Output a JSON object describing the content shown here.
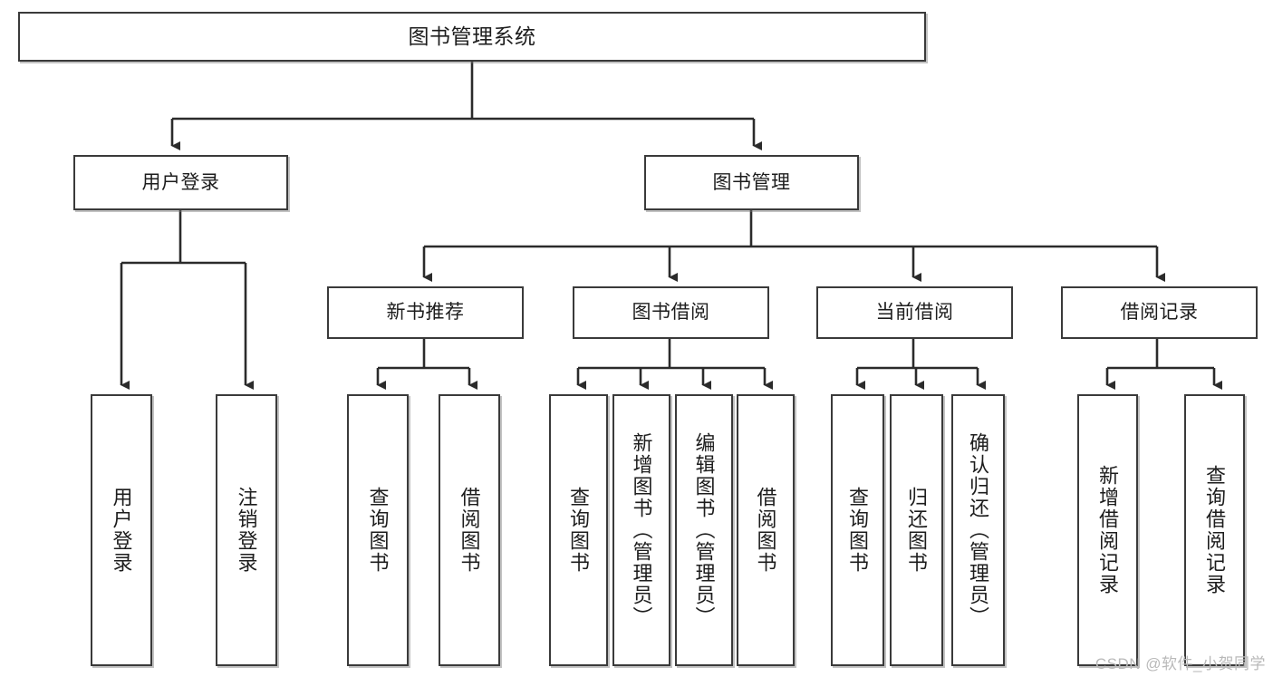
{
  "diagram": {
    "title": "图书管理系统",
    "type": "tree",
    "watermark": "CSDN @软件_小贺同学",
    "colors": {
      "box_border": "#3a3a3a",
      "box_fill": "#ffffff",
      "connector": "#2b2b2b",
      "text": "#1d1d1d",
      "watermark": "#b9b9b9"
    },
    "root": {
      "label": "图书管理系统",
      "level": 1
    },
    "level2": [
      {
        "label": "用户登录"
      },
      {
        "label": "图书管理"
      }
    ],
    "level3": [
      {
        "label": "新书推荐"
      },
      {
        "label": "图书借阅"
      },
      {
        "label": "当前借阅"
      },
      {
        "label": "借阅记录"
      }
    ],
    "leaves": {
      "user_login": [
        {
          "label": "用户登录"
        },
        {
          "label": "注销登录"
        }
      ],
      "new_book_recommend": [
        {
          "label": "查询图书"
        },
        {
          "label": "借阅图书"
        }
      ],
      "book_borrow": [
        {
          "label": "查询图书"
        },
        {
          "label": "新增图书（管理员）"
        },
        {
          "label": "编辑图书（管理员）"
        },
        {
          "label": "借阅图书"
        }
      ],
      "current_borrow": [
        {
          "label": "查询图书"
        },
        {
          "label": "归还图书"
        },
        {
          "label": "确认归还（管理员）"
        }
      ],
      "borrow_records": [
        {
          "label": "新增借阅记录"
        },
        {
          "label": "查询借阅记录"
        }
      ]
    }
  }
}
